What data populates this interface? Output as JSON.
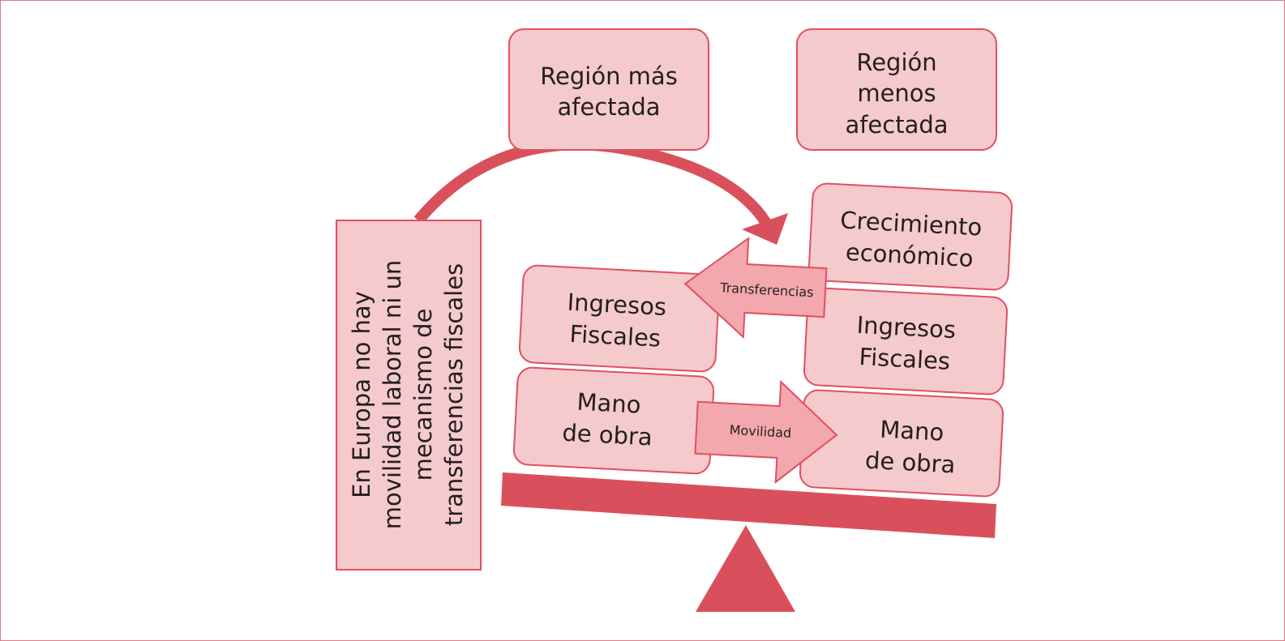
{
  "colors": {
    "box_fill": "#f5cacd",
    "box_stroke": "#e0505f",
    "accent": "#d9505c",
    "inner_arrow_fill": "#f2a8ad"
  },
  "top": {
    "most_affected": [
      "Región más",
      "afectada"
    ],
    "least_affected": [
      "Región",
      "menos",
      "afectada"
    ]
  },
  "side_note": [
    "En Europa no hay",
    "movilidad laboral ni un",
    "mecanismo de",
    "transferencias fiscales"
  ],
  "left_column": {
    "fiscal_income": [
      "Ingresos",
      "Fiscales"
    ],
    "labor": [
      "Mano",
      "de obra"
    ]
  },
  "right_column": {
    "growth": [
      "Crecimiento",
      "económico"
    ],
    "fiscal_income": [
      "Ingresos",
      "Fiscales"
    ],
    "labor": [
      "Mano",
      "de obra"
    ]
  },
  "arrows": {
    "transfers": "Transferencias",
    "mobility": "Movilidad"
  },
  "icons": {
    "curved_arrow": "curved-arrow-icon",
    "fulcrum": "triangle-fulcrum-icon"
  }
}
